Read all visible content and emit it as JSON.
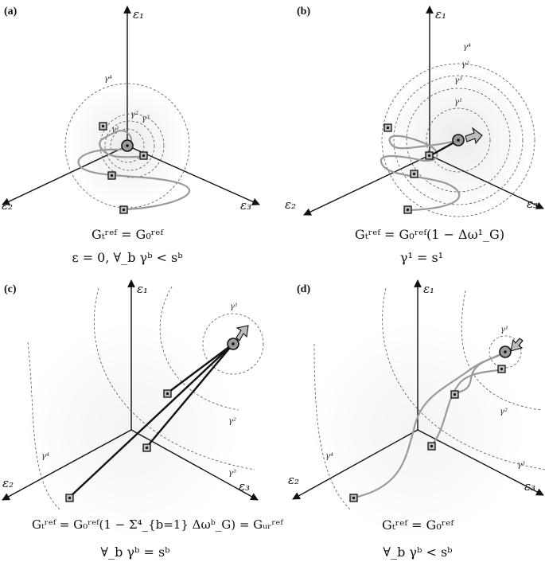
{
  "panels": [
    {
      "label": "(a)",
      "axes": {
        "e1": "ε₁",
        "e2": "ε₂",
        "e3": "ε₃"
      },
      "gammas": [
        "γ⁴",
        "γ¹",
        "γ²",
        "γ³"
      ],
      "formula_line1": "Gₜʳᵉᶠ = G₀ʳᵉᶠ",
      "formula_line2": "ε = 0,  ∀_b γᵇ < sᵇ"
    },
    {
      "label": "(b)",
      "axes": {
        "e1": "ε₁",
        "e2": "ε₂",
        "e3": "ε₃"
      },
      "gammas": [
        "γ⁴",
        "γ²",
        "γ³",
        "γ¹"
      ],
      "formula_line1": "Gₜʳᵉᶠ = G₀ʳᵉᶠ(1 − Δω¹_G)",
      "formula_line2": "γ¹ = s¹"
    },
    {
      "label": "(c)",
      "axes": {
        "e1": "ε₁",
        "e2": "ε₂",
        "e3": "ε₃"
      },
      "gammas": [
        "γ¹",
        "γ²",
        "γ⁴",
        "γ³"
      ],
      "formula_line1": "Gₜʳᵉᶠ = G₀ʳᵉᶠ(1 − Σ⁴_{b=1} Δωᵇ_G) = Gᵤᵣʳᵉᶠ",
      "formula_line2": "∀_b γᵇ = sᵇ"
    },
    {
      "label": "(d)",
      "axes": {
        "e1": "ε₁",
        "e2": "ε₂",
        "e3": "ε₃"
      },
      "gammas": [
        "γ¹",
        "γ²",
        "γ⁴",
        "γ³"
      ],
      "formula_line1": "Gₜʳᵉᶠ = G₀ʳᵉᶠ",
      "formula_line2": "∀_b γᵇ < sᵇ"
    }
  ]
}
